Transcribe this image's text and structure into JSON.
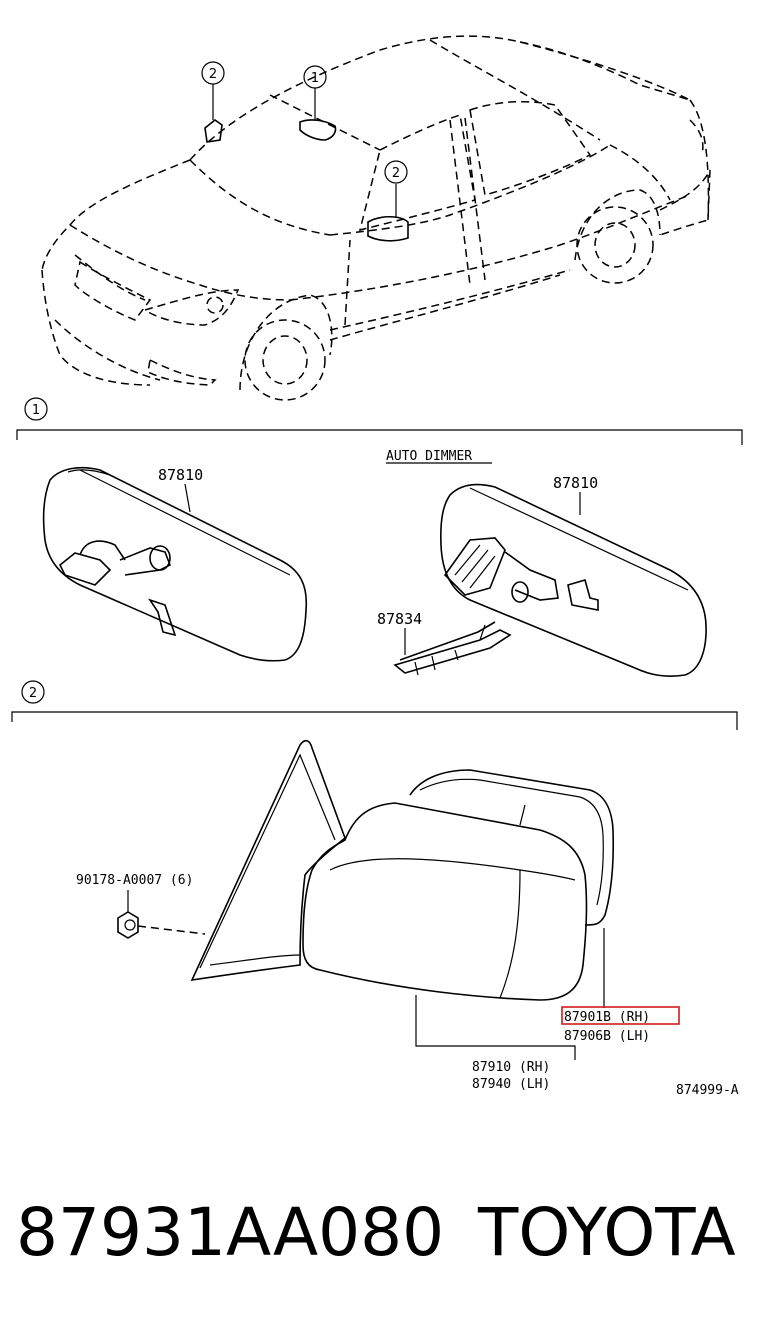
{
  "callouts": {
    "c1": "1",
    "c2": "2"
  },
  "section1": {
    "auto_dimmer": "AUTO DIMMER",
    "part_left": "87810",
    "part_right": "87810",
    "part_wiring": "87834"
  },
  "section2": {
    "clip": "90178-A0007 (6)",
    "glass_rh": "87901B (RH)",
    "glass_lh": "87906B (LH)",
    "assy_rh": "87910 (RH)",
    "assy_lh": "87940 (LH)",
    "cover": "874999-A"
  },
  "footer": {
    "part_number": "87931AA080",
    "brand": "TOYOTA"
  },
  "colors": {
    "highlight": "#d11a1a"
  }
}
